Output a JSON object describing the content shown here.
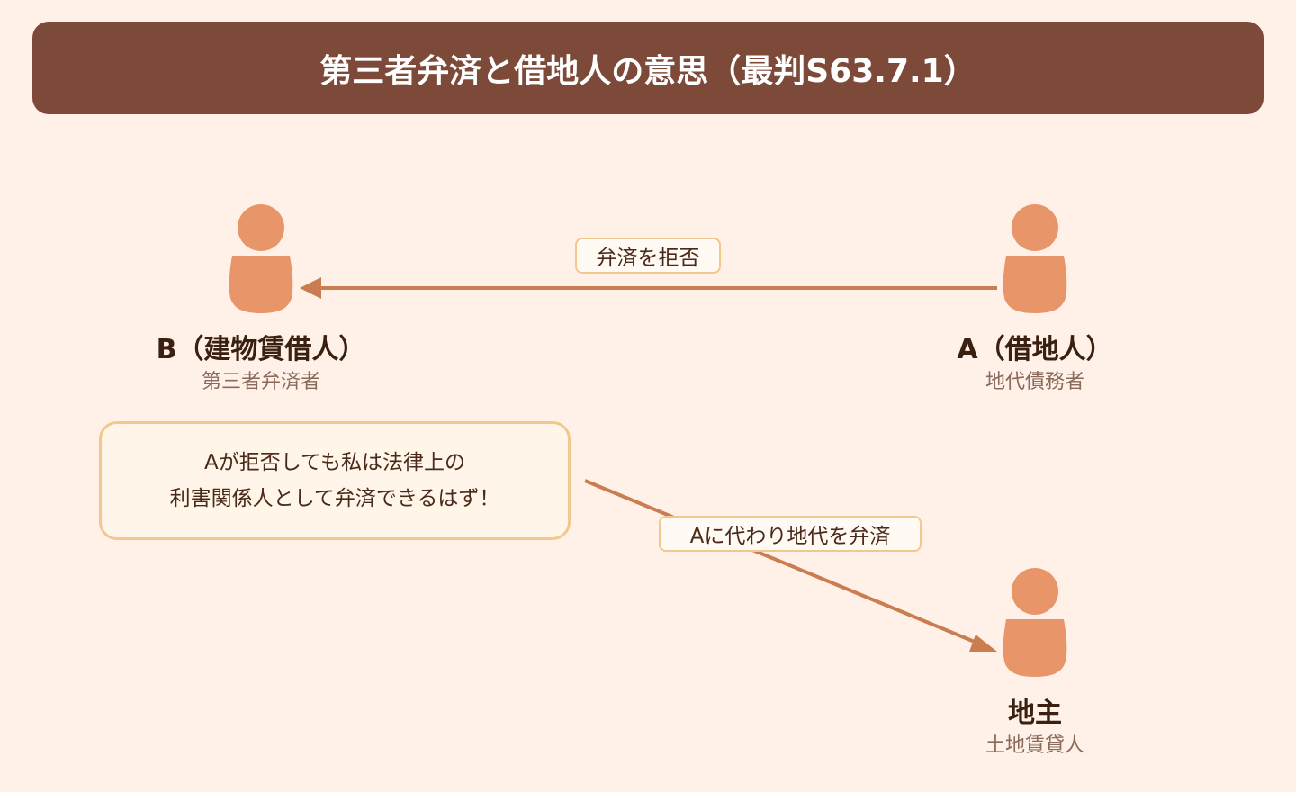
{
  "title": "第三者弁済と借地人の意思（最判S63.7.1）",
  "parties": {
    "b": {
      "name": "B（建物賃借人）",
      "role": "第三者弁済者"
    },
    "a": {
      "name": "A（借地人）",
      "role": "地代債務者"
    },
    "landlord": {
      "name": "地主",
      "role": "土地賃貸人"
    }
  },
  "arrows": {
    "refuse": "弁済を拒否",
    "pay": "Aに代わり地代を弁済"
  },
  "bubble": {
    "line1": "Aが拒否しても私は法律上の",
    "line2": "利害関係人として弁済できるはず！"
  },
  "colors": {
    "header": "#7d4a3a",
    "person": "#e8956a",
    "arrow": "#c97d50",
    "background": "#fff0e8"
  }
}
